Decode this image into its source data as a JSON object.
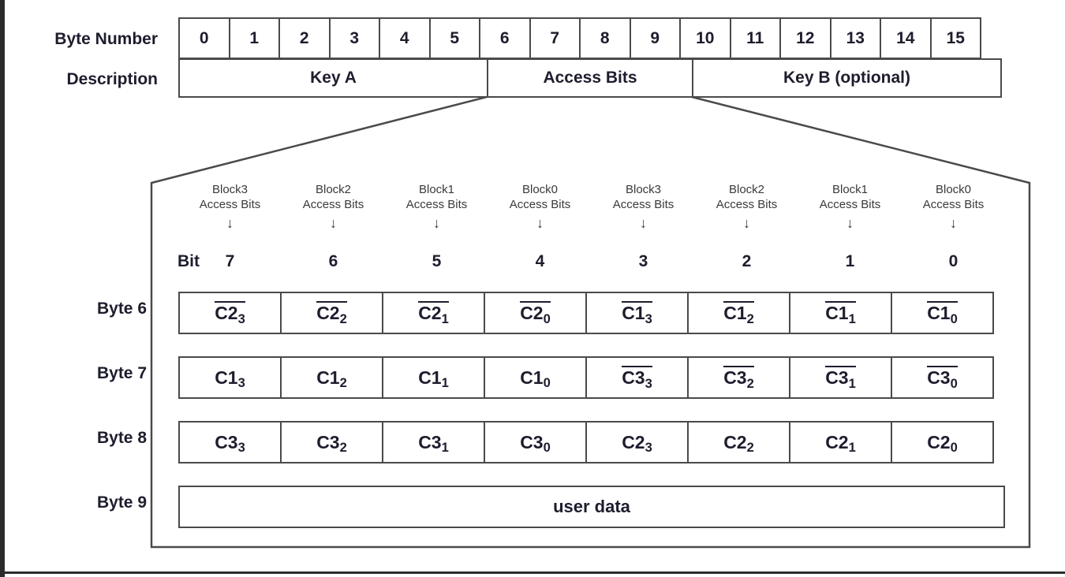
{
  "top_table": {
    "row_labels": [
      "Byte Number",
      "Description"
    ],
    "byte_numbers": [
      "0",
      "1",
      "2",
      "3",
      "4",
      "5",
      "6",
      "7",
      "8",
      "9",
      "10",
      "11",
      "12",
      "13",
      "14",
      "15"
    ],
    "descriptions": [
      {
        "label": "Key A",
        "span": 6
      },
      {
        "label": "Access Bits",
        "span": 4
      },
      {
        "label": "Key B (optional)",
        "span": 6
      }
    ]
  },
  "lower_panel": {
    "column_headers": [
      {
        "block": "Block3",
        "sub": "Access Bits",
        "arrow": "down-arrow"
      },
      {
        "block": "Block2",
        "sub": "Access Bits",
        "arrow": "down-arrow"
      },
      {
        "block": "Block1",
        "sub": "Access Bits",
        "arrow": "down-arrow"
      },
      {
        "block": "Block0",
        "sub": "Access Bits",
        "arrow": "down-arrow"
      },
      {
        "block": "Block3",
        "sub": "Access Bits",
        "arrow": "down-arrow"
      },
      {
        "block": "Block2",
        "sub": "Access Bits",
        "arrow": "down-arrow"
      },
      {
        "block": "Block1",
        "sub": "Access Bits",
        "arrow": "down-arrow"
      },
      {
        "block": "Block0",
        "sub": "Access Bits",
        "arrow": "down-arrow"
      }
    ],
    "bit_label": "Bit",
    "bit_numbers": [
      "7",
      "6",
      "5",
      "4",
      "3",
      "2",
      "1",
      "0"
    ],
    "rows": [
      {
        "label": "Byte 6",
        "cells": [
          {
            "base": "C2",
            "idx": "3",
            "overline": true
          },
          {
            "base": "C2",
            "idx": "2",
            "overline": true
          },
          {
            "base": "C2",
            "idx": "1",
            "overline": true
          },
          {
            "base": "C2",
            "idx": "0",
            "overline": true
          },
          {
            "base": "C1",
            "idx": "3",
            "overline": true
          },
          {
            "base": "C1",
            "idx": "2",
            "overline": true
          },
          {
            "base": "C1",
            "idx": "1",
            "overline": true
          },
          {
            "base": "C1",
            "idx": "0",
            "overline": true
          }
        ]
      },
      {
        "label": "Byte 7",
        "cells": [
          {
            "base": "C1",
            "idx": "3",
            "overline": false
          },
          {
            "base": "C1",
            "idx": "2",
            "overline": false
          },
          {
            "base": "C1",
            "idx": "1",
            "overline": false
          },
          {
            "base": "C1",
            "idx": "0",
            "overline": false
          },
          {
            "base": "C3",
            "idx": "3",
            "overline": true
          },
          {
            "base": "C3",
            "idx": "2",
            "overline": true
          },
          {
            "base": "C3",
            "idx": "1",
            "overline": true
          },
          {
            "base": "C3",
            "idx": "0",
            "overline": true
          }
        ]
      },
      {
        "label": "Byte 8",
        "cells": [
          {
            "base": "C3",
            "idx": "3",
            "overline": false
          },
          {
            "base": "C3",
            "idx": "2",
            "overline": false
          },
          {
            "base": "C3",
            "idx": "1",
            "overline": false
          },
          {
            "base": "C3",
            "idx": "0",
            "overline": false
          },
          {
            "base": "C2",
            "idx": "3",
            "overline": false
          },
          {
            "base": "C2",
            "idx": "2",
            "overline": false
          },
          {
            "base": "C2",
            "idx": "1",
            "overline": false
          },
          {
            "base": "C2",
            "idx": "0",
            "overline": false
          }
        ]
      },
      {
        "label": "Byte 9",
        "full_cell": "user data"
      }
    ]
  },
  "colors": {
    "line": "#4a4a4a",
    "text": "#1d1d2e",
    "header_text": "#3a3a3a",
    "frame": "#2b2b2b"
  }
}
